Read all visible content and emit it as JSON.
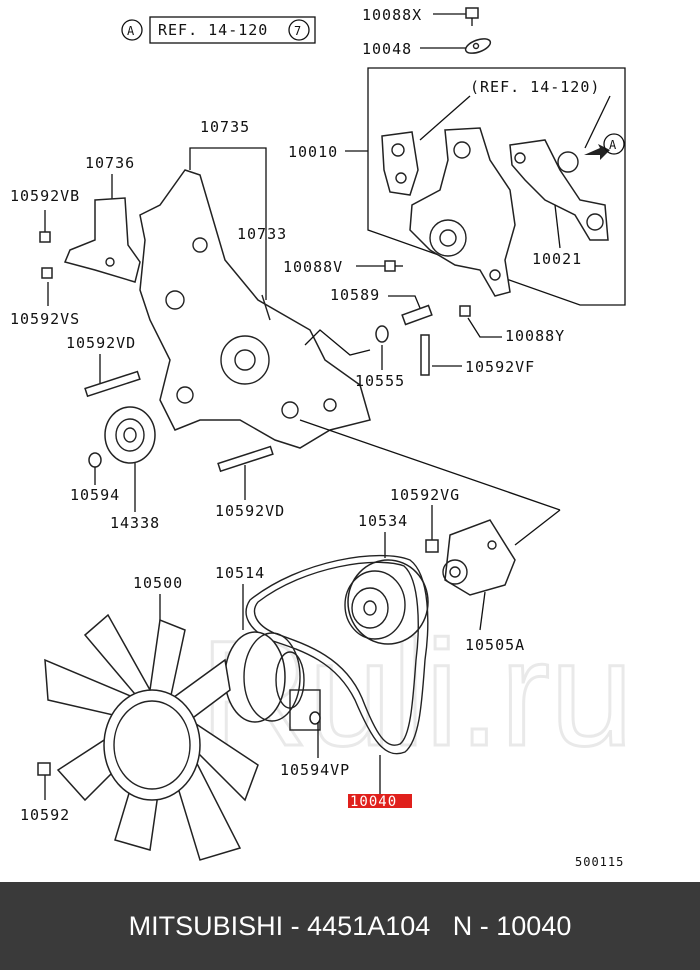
{
  "callouts": {
    "c10088x": "10088X",
    "c10048": "10048",
    "c10010": "10010",
    "c10735": "10735",
    "c10736": "10736",
    "c10592vb": "10592VB",
    "c10733": "10733",
    "c10592vs": "10592VS",
    "c10088v": "10088V",
    "c10589": "10589",
    "c10088y": "10088Y",
    "c10021": "10021",
    "c10592vd_1": "10592VD",
    "c10555": "10555",
    "c10592vf": "10592VF",
    "c10594": "10594",
    "c14338": "14338",
    "c10592vd_2": "10592VD",
    "c10592vg": "10592VG",
    "c10534": "10534",
    "c10500": "10500",
    "c10514": "10514",
    "c10505a": "10505A",
    "c10594vp": "10594VP",
    "c10040": "10040",
    "c10592": "10592",
    "c500115": "500115"
  },
  "references": {
    "ref_a_letter": "A",
    "ref_a_text": "REF. 14-120",
    "ref_a_num": "7",
    "ref_box_text": "(REF. 14-120)",
    "ref_box_letter": "A"
  },
  "highlight_color": "#e0201c",
  "watermark": "Ruli.ru",
  "footer": {
    "text": "MITSUBISHI - 4451A104   N - 10040"
  }
}
